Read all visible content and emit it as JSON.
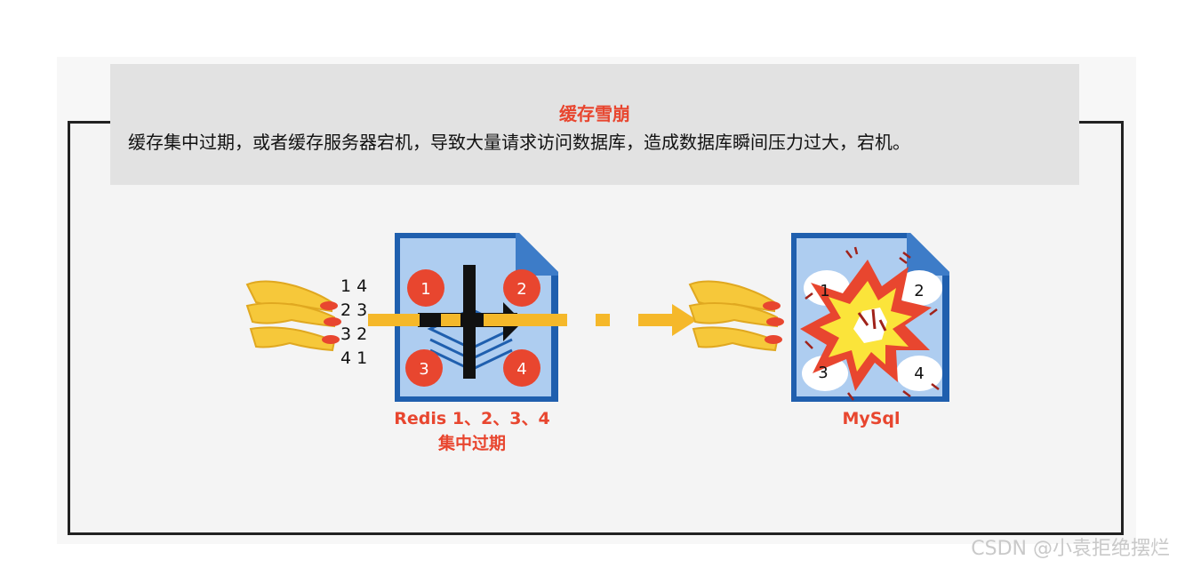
{
  "header": {
    "title": "缓存雪崩",
    "description": "缓存集中过期，或者缓存服务器宕机，导致大量请求访问数据库，造成数据库瞬间压力过大，宕机。"
  },
  "requests": [
    "1 4",
    "2 3",
    "3 2",
    "4 1"
  ],
  "redis": {
    "keys": [
      "1",
      "2",
      "3",
      "4"
    ],
    "label_line1": "Redis 1、2、3、4",
    "label_line2": "集中过期"
  },
  "mysql": {
    "keys": [
      "1",
      "2",
      "3",
      "4"
    ],
    "label": "MySql"
  },
  "watermark": "CSDN @小袁拒绝摆烂",
  "colors": {
    "accent_red": "#e8462f",
    "arrow_yellow": "#f5b82a",
    "db_blue": "#1f5fae",
    "db_fill": "#aecdf0"
  }
}
